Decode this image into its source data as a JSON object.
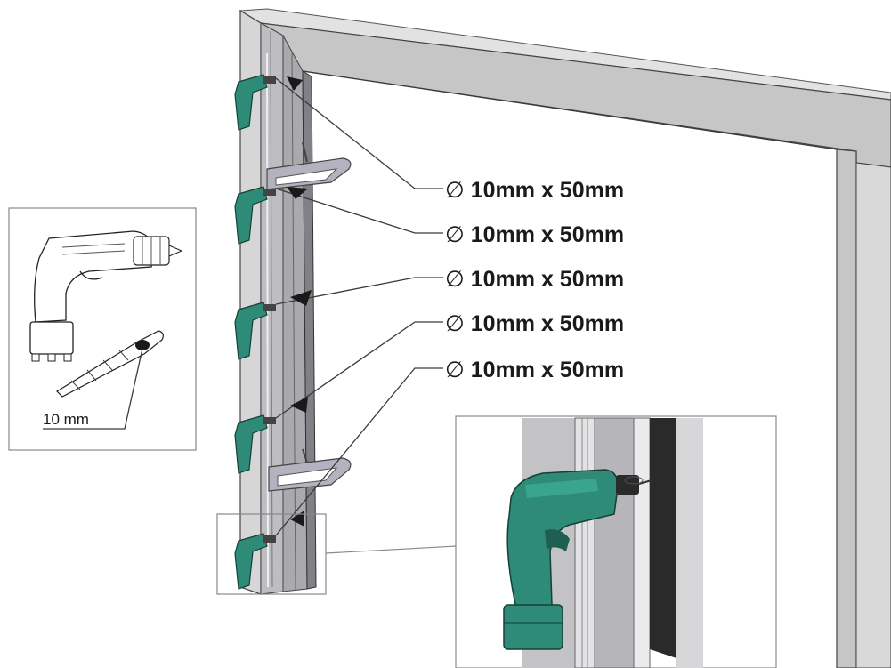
{
  "callouts": [
    {
      "symbol": "∅",
      "text": "10mm x 50mm"
    },
    {
      "symbol": "∅",
      "text": "10mm x 50mm"
    },
    {
      "symbol": "∅",
      "text": "10mm x 50mm"
    },
    {
      "symbol": "∅",
      "text": "10mm x 50mm"
    },
    {
      "symbol": "∅",
      "text": "10mm x 50mm"
    }
  ],
  "inset_left": {
    "bit_label": "10 mm"
  },
  "colors": {
    "frame_face": "#c9c9c9",
    "frame_top": "#dcdcdc",
    "frame_edge": "#9a9a9a",
    "drill_green": "#2e8b78",
    "drill_dark": "#1f5f52",
    "rail": "#b8b8bc",
    "clamp": "#9a9aa6"
  }
}
